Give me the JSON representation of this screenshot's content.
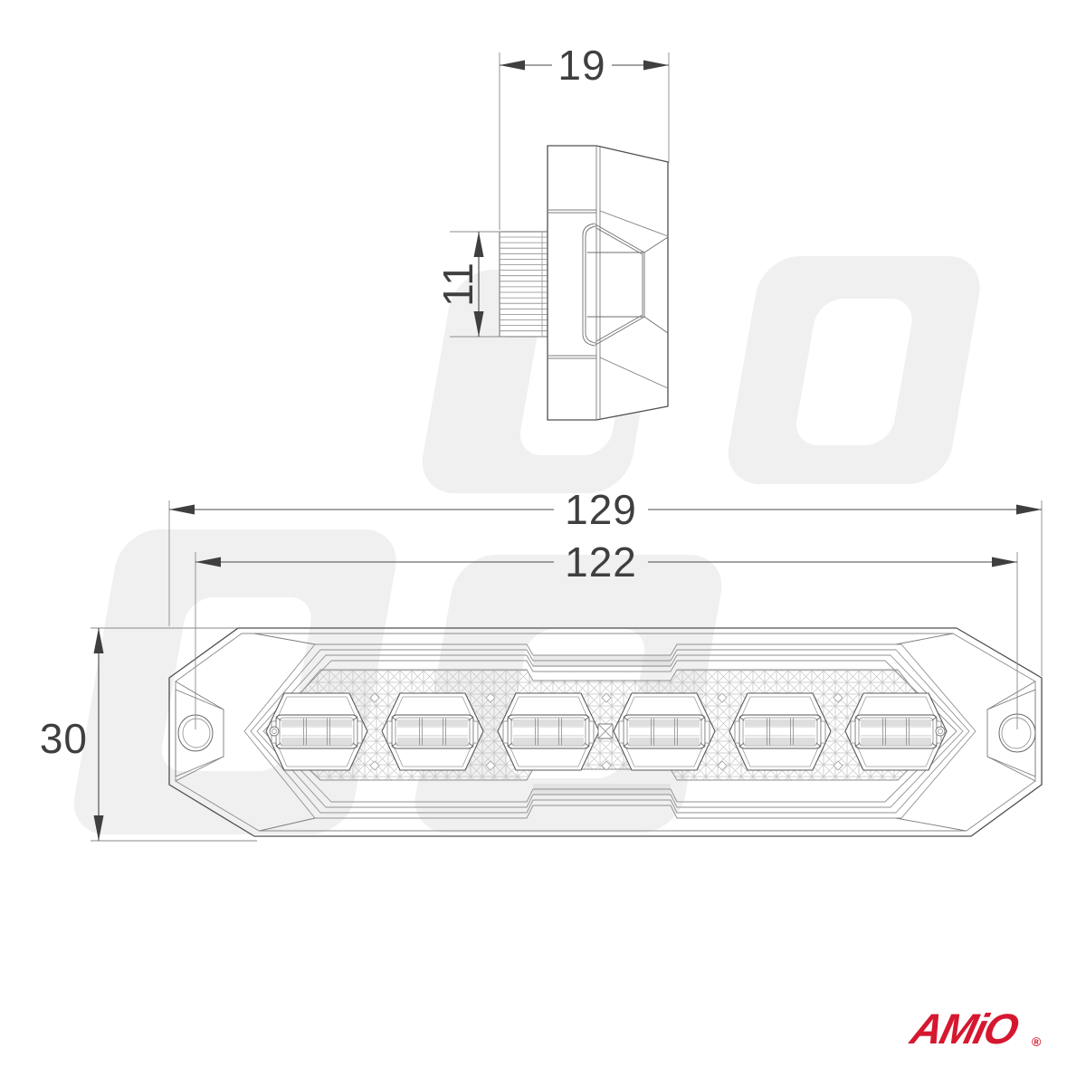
{
  "drawing": {
    "side_view": {
      "depth_label": "19",
      "grommet_height_label": "11"
    },
    "front_view": {
      "overall_width_label": "129",
      "hole_spacing_label": "122",
      "height_label": "30",
      "led_count": 6
    }
  },
  "logo": {
    "text": "AMiO",
    "registered_mark": "®",
    "color": "#d5182f"
  },
  "colors": {
    "dimension_line": "#4a4a4a",
    "outline": "#4f4f4f",
    "detail_line": "#8a8a8a",
    "lattice_line": "#c0c0c0",
    "watermark": "#f0f0f0",
    "shading": "#d8d8d8"
  }
}
